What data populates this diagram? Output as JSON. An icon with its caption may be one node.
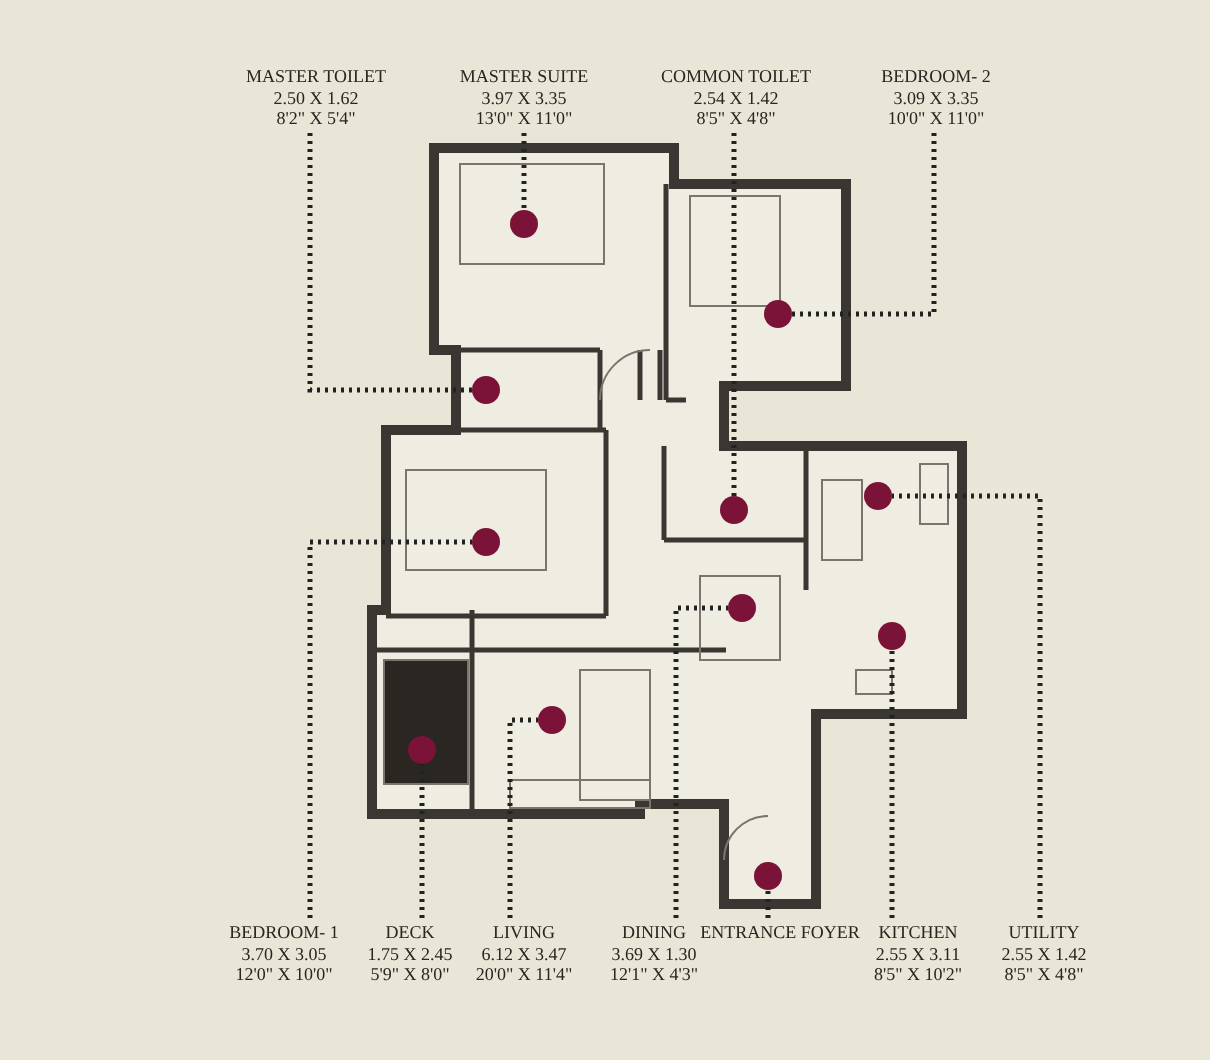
{
  "diagram": {
    "nodes": [
      {
        "text": [
          "MASTER TOILET",
          "2.50 X 1.62",
          "8'2\" X 5'4\""
        ]
      },
      {
        "text": [
          "MASTER SUITE",
          "3.97 X 3.35",
          "13'0\" X 11'0\""
        ]
      },
      {
        "text": [
          "COMMON TOILET",
          "2.54 X 1.42",
          "8'5\" X 4'8\""
        ]
      },
      {
        "text": [
          "BEDROOM- 2",
          "3.09 X 3.35",
          "10'0\" X 11'0\""
        ]
      },
      {
        "text": [
          "BEDROOM- 1",
          "3.70 X 3.05",
          "12'0\" X 10'0\""
        ]
      },
      {
        "text": [
          "DECK",
          "1.75 X 2.45",
          "5'9\" X 8'0\""
        ]
      },
      {
        "text": [
          "LIVING",
          "6.12 X 3.47",
          "20'0\" X 11'4\""
        ]
      },
      {
        "text": [
          "DINING",
          "3.69 X 1.30",
          "12'1\" X 4'3\""
        ]
      },
      {
        "text": [
          "ENTRANCE FOYER"
        ]
      },
      {
        "text": [
          "KITCHEN",
          "2.55 X 3.11",
          "8'5\" X 10'2\""
        ]
      },
      {
        "text": [
          "UTILITY",
          "2.55 X 1.42",
          "8'5\" X 4'8\""
        ]
      },
      {
        "text": [],
        "shape": "circle"
      },
      {
        "text": [],
        "shape": "circle"
      },
      {
        "text": [],
        "shape": "circle"
      },
      {
        "text": [],
        "shape": "circle"
      },
      {
        "text": [],
        "shape": "circle"
      },
      {
        "text": [],
        "shape": "circle"
      },
      {
        "text": [],
        "shape": "circle"
      },
      {
        "text": [],
        "shape": "circle"
      },
      {
        "text": [],
        "shape": "circle"
      },
      {
        "text": [],
        "shape": "circle"
      },
      {
        "text": [],
        "shape": "circle"
      }
    ],
    "edges": [
      {
        "from": 0,
        "to": 11,
        "arrow": "none"
      },
      {
        "from": 1,
        "to": 12,
        "arrow": "none"
      },
      {
        "from": 2,
        "to": 13,
        "arrow": "none"
      },
      {
        "from": 3,
        "to": 14,
        "arrow": "none"
      },
      {
        "from": 4,
        "to": 15,
        "arrow": "none"
      },
      {
        "from": 5,
        "to": 16,
        "arrow": "none"
      },
      {
        "from": 6,
        "to": 17,
        "arrow": "none"
      },
      {
        "from": 7,
        "to": 18,
        "arrow": "none"
      },
      {
        "from": 8,
        "to": 19,
        "arrow": "none"
      },
      {
        "from": 9,
        "to": 20,
        "arrow": "none"
      },
      {
        "from": 10,
        "to": 21,
        "arrow": "none"
      }
    ]
  }
}
